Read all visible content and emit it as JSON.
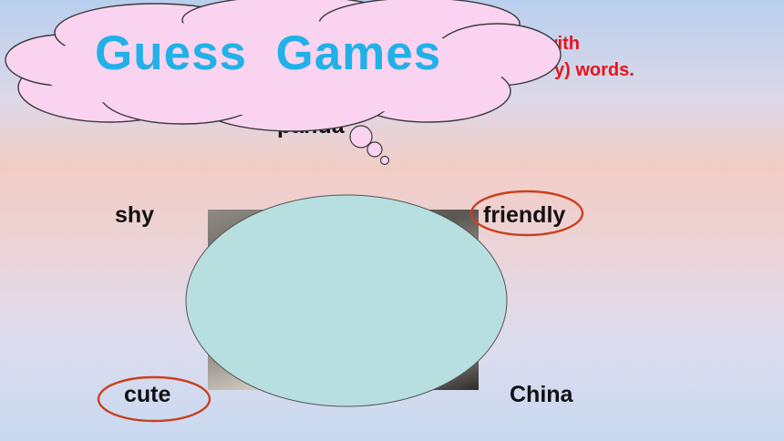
{
  "slide": {
    "title": "Guess  Games",
    "instruction_line1": "with",
    "instruction_line2": "y) words.",
    "words": {
      "panda": "panda",
      "shy": "shy",
      "friendly": "friendly",
      "cute": "cute",
      "china": "China"
    },
    "colors": {
      "title": "#21b1e8",
      "instruction": "#e8131b",
      "cloud_fill": "#f9d3ef",
      "circle_marker": "#c8401f",
      "cover_fill": "#b8dfe0"
    }
  }
}
